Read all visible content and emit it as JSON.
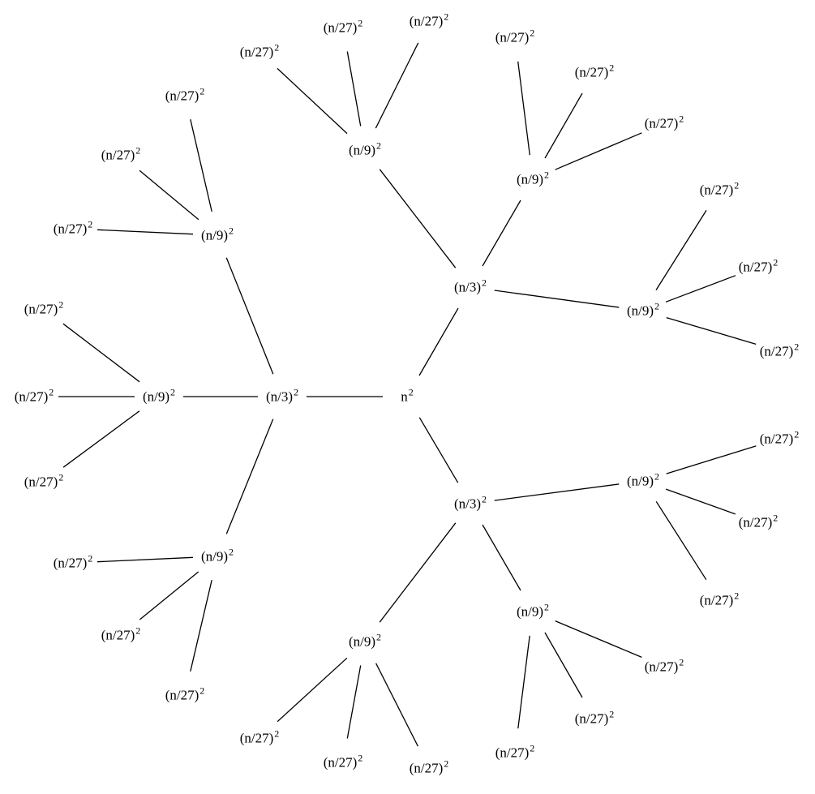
{
  "root": {
    "base": "n",
    "exp": "2"
  },
  "level1": {
    "base": "(n/3)",
    "exp": "2"
  },
  "level2": {
    "base": "(n/9)",
    "exp": "2"
  },
  "level3": {
    "base": "(n/27)",
    "exp": "2"
  },
  "structure": {
    "branching": 3,
    "depth": 3
  }
}
